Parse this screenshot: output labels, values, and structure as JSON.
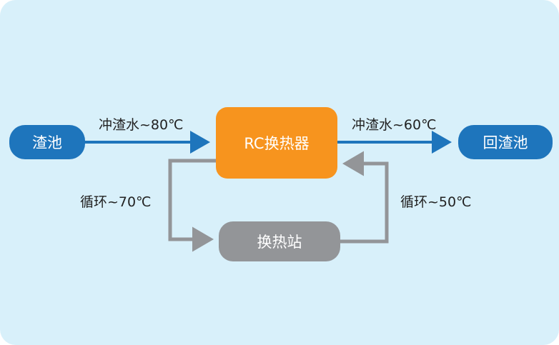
{
  "nodes": {
    "slag_pool": "渣池",
    "rc_exchanger": "RC换热器",
    "return_pool": "回渣池",
    "heat_station": "换热站"
  },
  "flows": {
    "flush_in": "冲渣水~80℃",
    "flush_out": "冲渣水~60℃",
    "loop_70": "循环~70℃",
    "loop_50": "循环~50℃"
  },
  "colors": {
    "background": "#d8f0fa",
    "blue": "#1e75bc",
    "orange": "#f7941e",
    "gray": "#939598"
  }
}
